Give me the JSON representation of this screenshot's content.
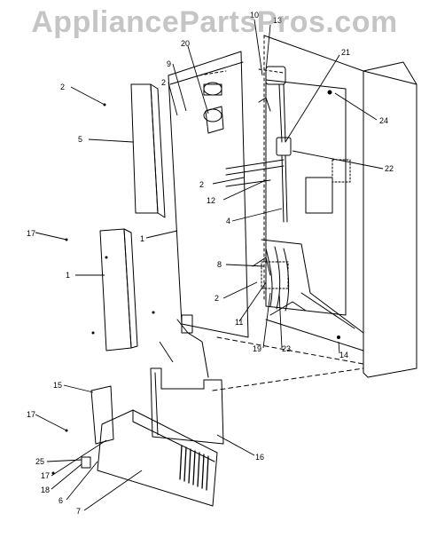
{
  "watermark": "AppliancePartsPros.com",
  "callouts": [
    "1",
    "1",
    "2",
    "2",
    "2",
    "2",
    "4",
    "5",
    "6",
    "7",
    "8",
    "9",
    "10",
    "11",
    "12",
    "13",
    "14",
    "15",
    "16",
    "17",
    "17",
    "17",
    "18",
    "19",
    "20",
    "21",
    "22",
    "23",
    "24",
    "25"
  ]
}
